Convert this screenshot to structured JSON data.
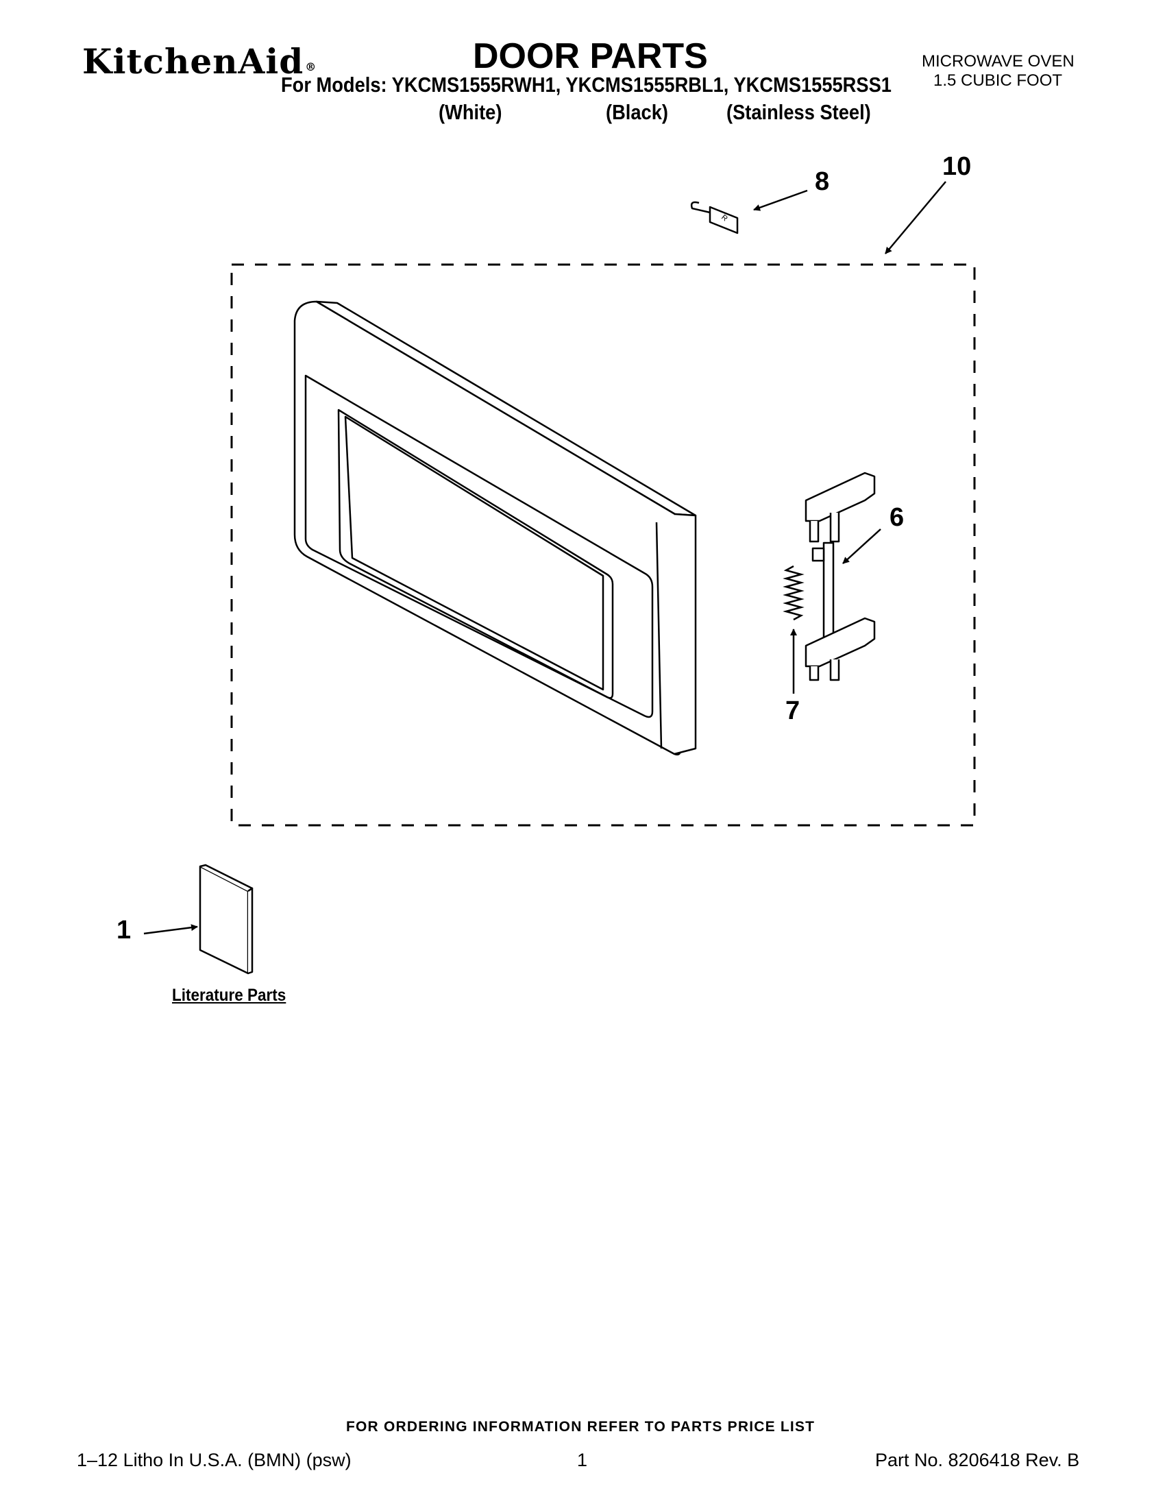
{
  "header": {
    "brand": "KitchenAid",
    "brand_mark": "®",
    "title": "DOOR PARTS",
    "models_line": "For Models: YKCMS1555RWH1, YKCMS1555RBL1, YKCMS1555RSS1",
    "variants": [
      "(White)",
      "(Black)",
      "(Stainless Steel)"
    ],
    "product_type": "MICROWAVE OVEN",
    "product_size": "1.5 CUBIC FOOT"
  },
  "diagram": {
    "callouts": [
      "8",
      "10",
      "6",
      "7",
      "1"
    ],
    "literature_label": "Literature Parts",
    "latch_mark": "R"
  },
  "footer": {
    "ordering_info": "FOR ORDERING INFORMATION REFER TO PARTS PRICE LIST",
    "litho": "1–12 Litho In U.S.A. (BMN) (psw)",
    "page_number": "1",
    "part_number": "Part No. 8206418 Rev. B"
  }
}
